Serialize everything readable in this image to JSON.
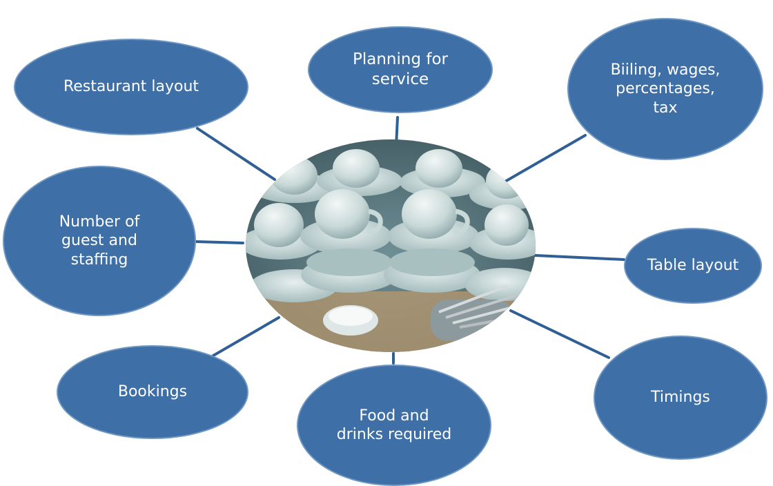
{
  "diagram": {
    "colors": {
      "bubble_fill": "#3f6fa7",
      "bubble_border": "#6e97c4",
      "connector": "#2f5f95",
      "text": "#ffffff"
    },
    "center_image": "cups-and-saucers-photo",
    "nodes": {
      "restaurant_layout": "Restaurant layout",
      "planning_for_service": "Planning for\nservice",
      "billing": "Biiling, wages,\npercentages,\ntax",
      "number_of_guests": "Number of\nguest and\nstaffing",
      "table_layout": "Table layout",
      "bookings": "Bookings",
      "food_and_drinks": "Food and\ndrinks required",
      "timings": "Timings"
    }
  }
}
